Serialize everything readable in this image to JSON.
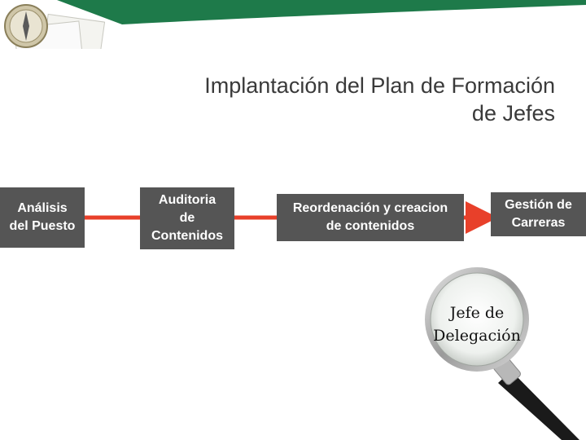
{
  "title_lines": [
    "Implantación del Plan de Formación",
    "de Jefes"
  ],
  "process_steps": [
    {
      "lines": [
        "Análisis",
        "del Puesto"
      ]
    },
    {
      "lines": [
        "Auditoria",
        "de",
        "Contenidos"
      ]
    },
    {
      "lines": [
        "Reordenación y creacion",
        "de contenidos"
      ]
    },
    {
      "lines": [
        "Gestión de",
        "Carreras"
      ]
    }
  ],
  "lens_label": [
    "Jefe de",
    "Delegación"
  ],
  "colors": {
    "box": "#555555",
    "connector": "#e8402a",
    "band": "#1e7a4a"
  },
  "icons": [
    "compass-icon",
    "magnifying-glass-icon"
  ]
}
